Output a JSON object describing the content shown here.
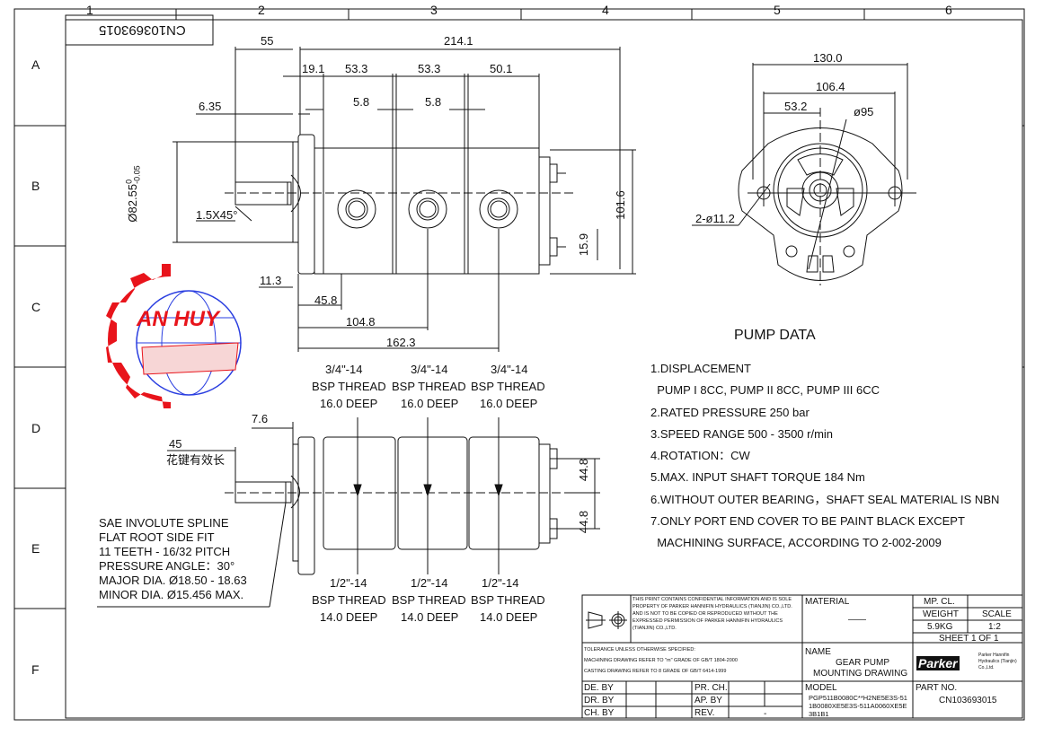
{
  "frame": {
    "columns": [
      "1",
      "2",
      "3",
      "4",
      "5",
      "6"
    ],
    "rows": [
      "A",
      "B",
      "C",
      "D",
      "E",
      "F"
    ],
    "mirrored_part_no": "CN103693015"
  },
  "side_view": {
    "dims": {
      "d55": "55",
      "d214": "214.1",
      "d19": "19.1",
      "d53a": "53.3",
      "d53b": "53.3",
      "d50": "50.1",
      "d58a": "5.8",
      "d58b": "5.8",
      "d635": "6.35",
      "pilot": "Ø82.55",
      "pilot_tol_upper": "0",
      "pilot_tol_lower": "-0.05",
      "chamfer": "1.5X45°",
      "d1016": "101.6",
      "d159": "15.9",
      "d113": "11.3",
      "d458": "45.8",
      "d1048": "104.8",
      "d1623": "162.3"
    }
  },
  "front_view": {
    "dims": {
      "d130": "130.0",
      "d1064": "106.4",
      "d532": "53.2",
      "d95": "ø95",
      "holes": "2-ø11.2"
    }
  },
  "logo": {
    "text": "AN HUY"
  },
  "top_view": {
    "inlet_ports": [
      {
        "size": "3/4\"-14",
        "thread": "BSP THREAD",
        "depth": "16.0 DEEP"
      },
      {
        "size": "3/4\"-14",
        "thread": "BSP THREAD",
        "depth": "16.0 DEEP"
      },
      {
        "size": "3/4\"-14",
        "thread": "BSP THREAD",
        "depth": "16.0 DEEP"
      }
    ],
    "outlet_ports": [
      {
        "size": "1/2\"-14",
        "thread": "BSP THREAD",
        "depth": "14.0 DEEP"
      },
      {
        "size": "1/2\"-14",
        "thread": "BSP THREAD",
        "depth": "14.0 DEEP"
      },
      {
        "size": "1/2\"-14",
        "thread": "BSP THREAD",
        "depth": "14.0 DEEP"
      }
    ],
    "dims": {
      "d76": "7.6",
      "d45": "45",
      "spline_len_cn": "花键有效长",
      "d448a": "44.8",
      "d448b": "44.8"
    },
    "spline_notes": [
      "SAE INVOLUTE SPLINE",
      "FLAT ROOT SIDE FIT",
      "11 TEETH - 16/32 PITCH",
      "PRESSURE ANGLE：30°",
      "MAJOR DIA. Ø18.50 - 18.63",
      "MINOR DIA. Ø15.456 MAX."
    ]
  },
  "pump_data": {
    "title": "PUMP DATA",
    "lines": [
      "1.DISPLACEMENT",
      "  PUMP I 8CC, PUMP II 8CC, PUMP III 6CC",
      "2.RATED PRESSURE 250 bar",
      "3.SPEED RANGE 500 - 3500 r/min",
      "4.ROTATION：CW",
      "5.MAX. INPUT SHAFT TORQUE 184 Nm",
      "6.WITHOUT OUTER BEARING，SHAFT SEAL MATERIAL IS NBN",
      "7.ONLY PORT END COVER TO BE PAINT BLACK EXCEPT",
      "  MACHINING SURFACE, ACCORDING TO 2-002-2009"
    ]
  },
  "title_block": {
    "confidential": "THIS PRINT CONTAINS CONFIDENTIAL INFORMATION AND IS SOLE PROPERTY OF PARKER HANNIFIN HYDRAULICS (TIANJIN) CO.,LTD. AND IS NOT TO BE COPIED OR REPRODUCED WITHOUT THE EXPRESSED PERMISSION OF PARKER HANNIFIN HYDRAULICS (TIANJIN) CO.,LTD.",
    "tolerance": [
      "TOLERANCE UNLESS OTHERWISE SPECIFIED:",
      "MACHINING DRAWING REFER TO \"m\" GRADE OF GB/T 1804-2000",
      "CASTING DRAWING REFER TO 8 GRADE OF GB/T 6414-1999"
    ],
    "material_label": "MATERIAL",
    "material_value": "——",
    "mp_cl": "MP. CL.",
    "weight_label": "WEIGHT",
    "weight_value": "5.9KG",
    "scale_label": "SCALE",
    "scale_value": "1:2",
    "sheet": "SHEET 1 OF 1",
    "name_label": "NAME",
    "name_value_1": "GEAR PUMP",
    "name_value_2": "MOUNTING DRAWING",
    "brand": "Parker",
    "brand_sub": "Parker Hannifin Hydraulics (Tianjin) Co.,Ltd.",
    "de_by": "DE. BY",
    "dr_by": "DR. BY",
    "ch_by": "CH. BY",
    "pr_ch": "PR. CH.",
    "ap_by": "AP. BY",
    "rev": "REV.",
    "rev_value": "-",
    "model_label": "MODEL",
    "model_value": "PGP511B0080C**H2NE5E3S-511B0080XE5E3S-511A0060XE5E3B1B1",
    "part_label": "PART NO.",
    "part_value": "CN103693015"
  },
  "colors": {
    "line": "#111111",
    "logo_red": "#e8141b",
    "logo_blue": "#2a3ee0"
  }
}
